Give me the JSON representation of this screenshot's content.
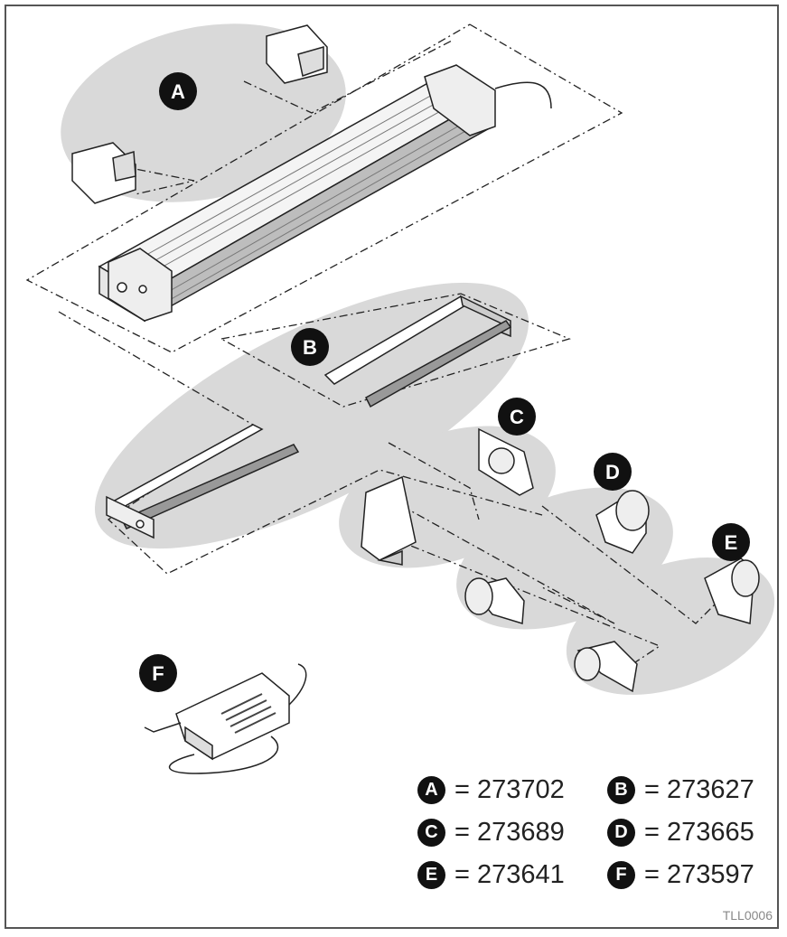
{
  "callouts": {
    "A": "A",
    "B": "B",
    "C": "C",
    "D": "D",
    "E": "E",
    "F": "F"
  },
  "legend": [
    {
      "letter": "A",
      "text": "= 273702"
    },
    {
      "letter": "B",
      "text": "= 273627"
    },
    {
      "letter": "C",
      "text": "= 273689"
    },
    {
      "letter": "D",
      "text": "= 273665"
    },
    {
      "letter": "E",
      "text": "= 273641"
    },
    {
      "letter": "F",
      "text": "= 273597"
    }
  ],
  "drawing_code": "TLL0006",
  "colors": {
    "shading": "#d9d9d9",
    "ink": "#1a1a1a",
    "badge": "#111111"
  }
}
